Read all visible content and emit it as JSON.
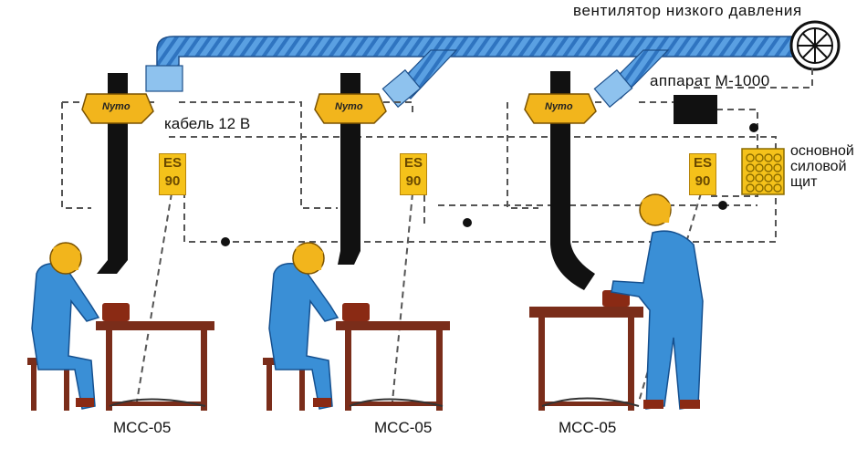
{
  "labels": {
    "fan": "вентилятор низкого давления",
    "apparatus": "аппарат М-1000",
    "cable": "кабель 12 В",
    "board": "основной силовой щит",
    "brand": "Nymo"
  },
  "es_unit": {
    "line1": "ES",
    "line2": "90"
  },
  "stations": [
    {
      "label": "МСС-05"
    },
    {
      "label": "МСС-05"
    },
    {
      "label": "МСС-05"
    }
  ],
  "colors": {
    "duct": "#4a90d9",
    "arm": "#111111",
    "hood": "#f2b51c",
    "worker": "#3a8fd6",
    "table": "#7a2d1a",
    "es": "#f5c21a",
    "wire": "#555555"
  }
}
